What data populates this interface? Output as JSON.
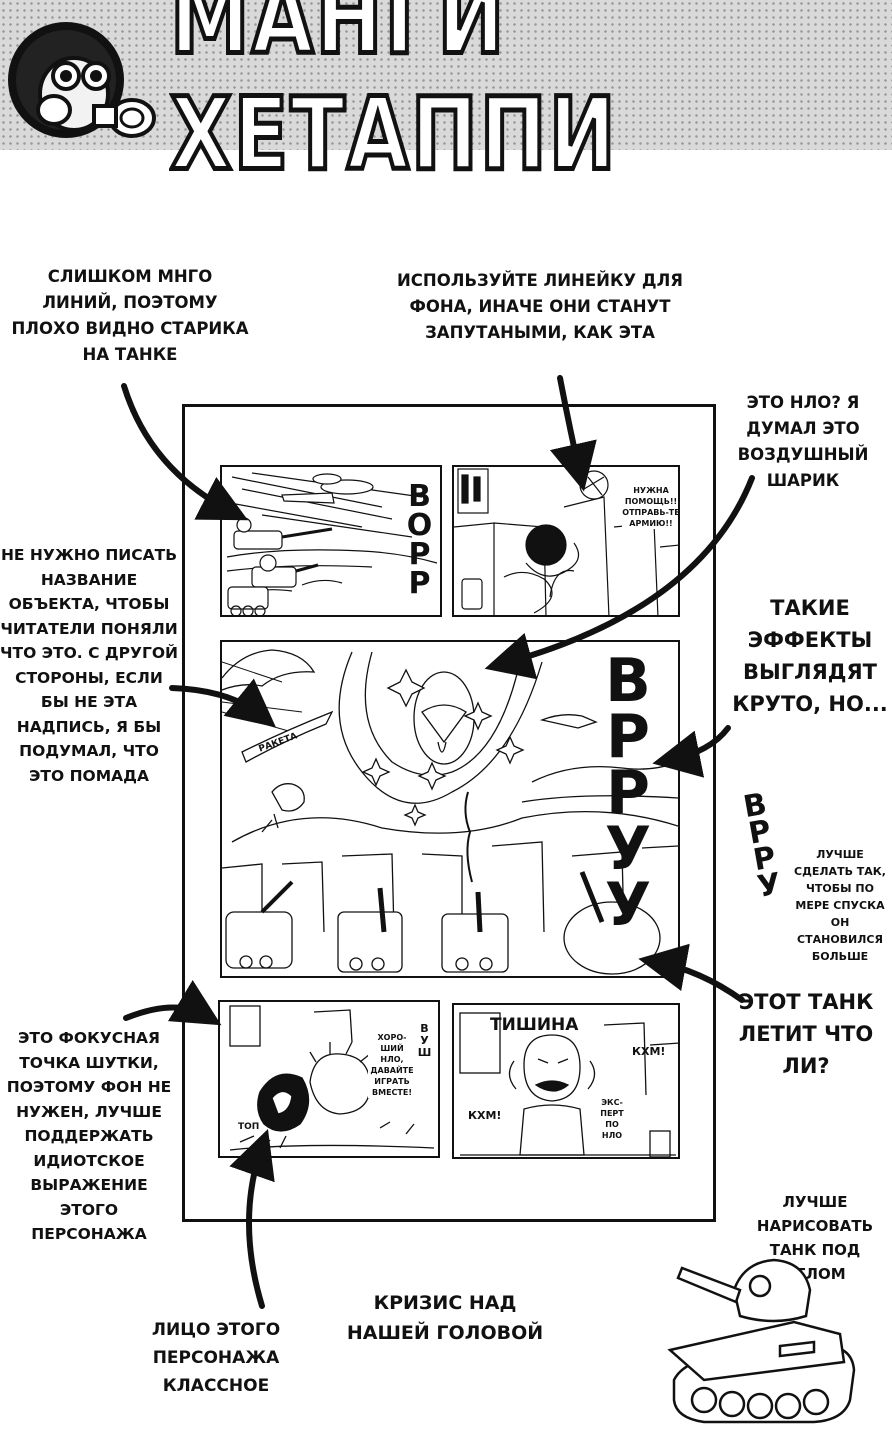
{
  "header": {
    "title": "МАНГИ ХЕТАППИ"
  },
  "notes": {
    "too_many_lines": "СЛИШКОМ МНГО ЛИНИЙ, ПОЭТОМУ ПЛОХО ВИДНО СТАРИКА НА ТАНКЕ",
    "use_ruler": "ИСПОЛЬЗУЙТЕ ЛИНЕЙКУ ДЛЯ ФОНА, ИНАЧЕ ОНИ СТАНУТ ЗАПУТАНЫМИ, КАК ЭТА",
    "ufo_question": "ЭТО НЛО? Я ДУМАЛ ЭТО ВОЗДУШНЫЙ ШАРИК",
    "no_label_needed": "НЕ НУЖНО ПИСАТЬ НАЗВАНИЕ ОБЪЕКТА, ЧТОБЫ ЧИТАТЕЛИ ПОНЯЛИ ЧТО ЭТО. С ДРУГОЙ СТОРОНЫ, ЕСЛИ БЫ НЕ ЭТА НАДПИСЬ, Я БЫ ПОДУМАЛ, ЧТО ЭТО ПОМАДА",
    "effects_cool": "ТАКИЕ ЭФФЕКТЫ ВЫГЛЯДЯТ КРУТО, НО...",
    "better_growing": "ЛУЧШЕ СДЕЛАТЬ ТАК, ЧТОБЫ ПО МЕРЕ СПУСКА ОН СТАНОВИЛСЯ БОЛЬШЕ",
    "tank_flying": "ЭТОТ ТАНК ЛЕТИТ ЧТО ЛИ?",
    "focus_point": "ЭТО ФОКУСНАЯ ТОЧКА ШУТКИ, ПОЭТОМУ ФОН НЕ НУЖЕН, ЛУЧШЕ ПОДДЕРЖАТЬ ИДИОТСКОЕ ВЫРАЖЕНИЕ ЭТОГО ПЕРСОНАЖА",
    "tank_angle": "ЛУЧШЕ НАРИСОВАТЬ ТАНК ПОД УГЛОМ",
    "face_classy": "ЛИЦО ЭТОГО ПЕРСОНАЖА КЛАССНОЕ",
    "comic_title": "КРИЗИС НАД НАШЕЙ ГОЛОВОЙ"
  },
  "comic": {
    "sfx_bopp": "ВОРР",
    "sfx_vrru_big": "ВРРУУ",
    "sfx_vrru_demo": "ВРРУ",
    "balloon_help": "НУЖНА ПОМОЩЬ!! ОТПРАВЬ-ТЕ АРМИЮ!!",
    "rocket_label": "РАКЕТА",
    "sfx_vush": "ВУШ",
    "balloon_good_ufo": "ХОРО-ШИЙ НЛО, ДАВАЙТЕ ИГРАТЬ ВМЕСТЕ!",
    "sfx_top": "ТОП",
    "silence": "ТИШИНА",
    "sfx_khm_1": "КХМ!",
    "sfx_khm_2": "КХМ!",
    "expert_label": "ЭКС-ПЕРТ ПО НЛО"
  },
  "colors": {
    "ink": "#111111",
    "paper": "#ffffff",
    "screentone": "#d9d9d9"
  }
}
